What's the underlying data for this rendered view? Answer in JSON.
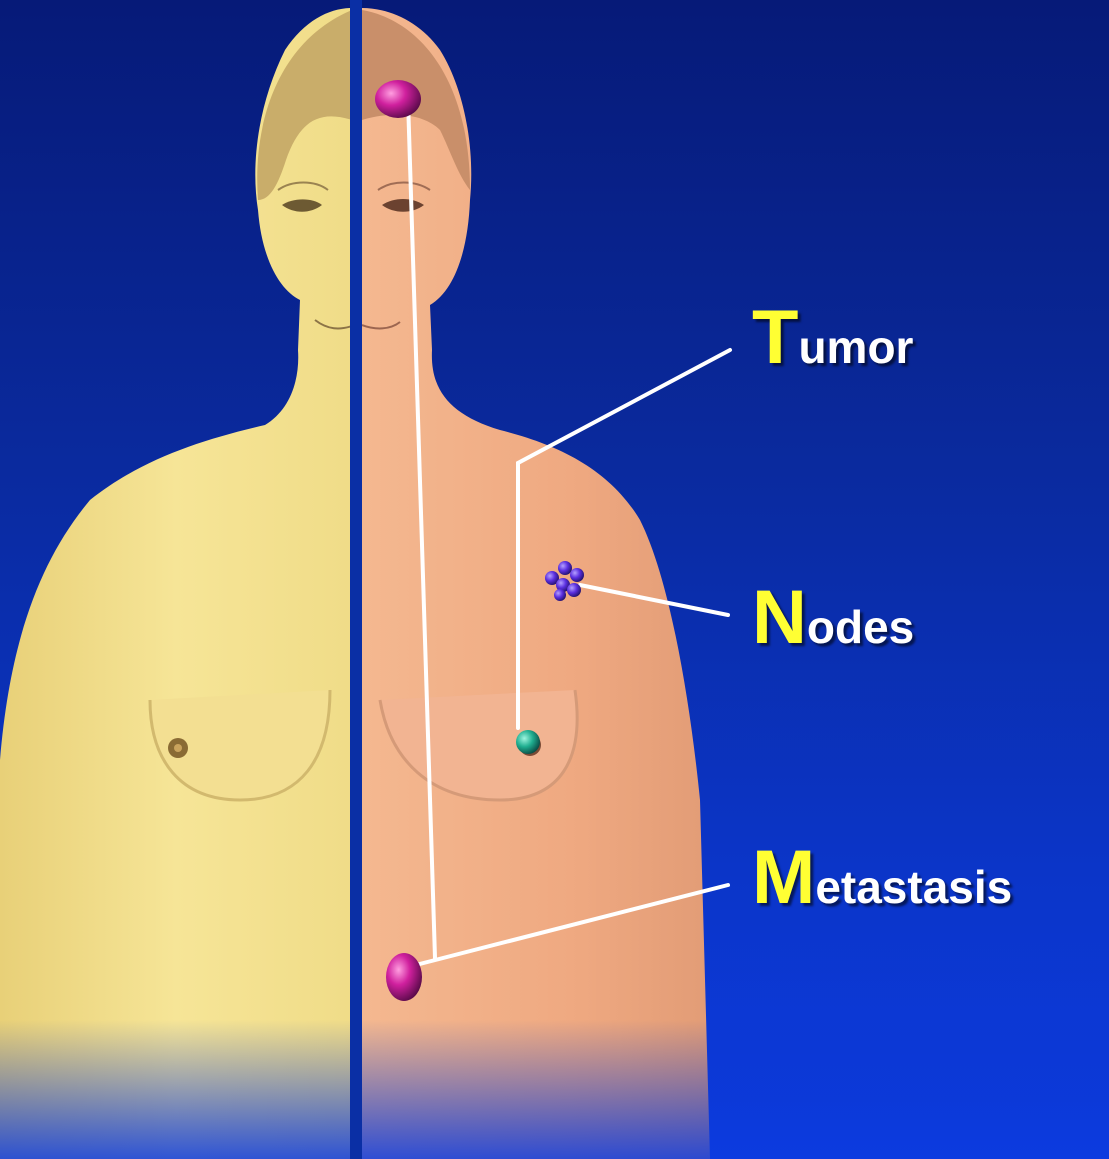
{
  "labels": {
    "tumor": {
      "initial": "T",
      "rest": "umor"
    },
    "nodes": {
      "initial": "N",
      "rest": "odes"
    },
    "metastasis": {
      "initial": "M",
      "rest": "etastasis"
    }
  },
  "colors": {
    "background_top": "#061a78",
    "background_bottom": "#0c3be0",
    "left_half_skin": "#f4e08f",
    "right_half_skin": "#f1b089",
    "label_initial": "#ffff33",
    "label_text": "#ffffff",
    "tumor_marker": "#2fb39a",
    "node_marker": "#5b2fe0",
    "metastasis_marker": "#c0188f"
  }
}
